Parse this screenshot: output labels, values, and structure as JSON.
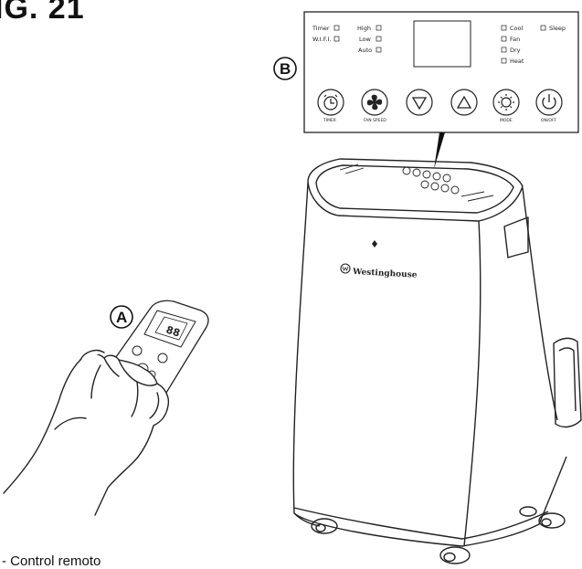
{
  "figure": {
    "title": "IG. 21"
  },
  "callouts": {
    "a": "A",
    "b": "B"
  },
  "panel": {
    "left_indicators": [
      "Timer",
      "W.I.F.I."
    ],
    "speed_indicators": [
      "High",
      "Low",
      "Auto"
    ],
    "mode_indicators": [
      "Cool",
      "Fan",
      "Dry",
      "Heat"
    ],
    "sleep_indicator": "Sleep",
    "buttons": [
      {
        "icon": "timer-icon",
        "label": "TIMER"
      },
      {
        "icon": "fan-icon",
        "label": "FAN SPEED"
      },
      {
        "icon": "down-arrow-icon",
        "label": ""
      },
      {
        "icon": "up-arrow-icon",
        "label": ""
      },
      {
        "icon": "sun-mode-icon",
        "label": "MODE"
      },
      {
        "icon": "power-icon",
        "label": "ON/OFF"
      }
    ]
  },
  "unit": {
    "brand": "Westinghouse"
  },
  "caption": {
    "text": "-  Control remoto"
  }
}
